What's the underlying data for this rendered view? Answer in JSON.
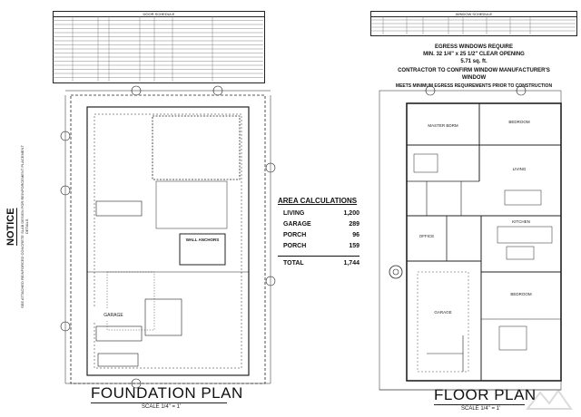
{
  "door_schedule": {
    "title": "DOOR SCHEDULE"
  },
  "window_schedule": {
    "title": "WINDOW SCHEDULE"
  },
  "notice": {
    "title": "NOTICE",
    "body": "SEE ATTACHED REINFORCED CONCRETE SLAB DESIGN FOR REINFORCEMENT PLACEMENT DETAILS"
  },
  "egress": {
    "line1": "EGRESS WINDOWS REQUIRE",
    "line2": "MIN. 32 1/4\" x 25 1/2\" CLEAR OPENING",
    "line3": "5.71 sq. ft.",
    "line4": "CONTRACTOR TO CONFIRM WINDOW MANUFACTURER'S WINDOW",
    "line5": "MEETS MINIMUM EGRESS REQUIREMENTS PRIOR TO CONSTRUCTION"
  },
  "area_calculations": {
    "title": "AREA CALCULATIONS",
    "rows": [
      {
        "label": "LIVING",
        "value": "1,200"
      },
      {
        "label": "GARAGE",
        "value": "289"
      },
      {
        "label": "PORCH",
        "value": "96"
      },
      {
        "label": "PORCH",
        "value": "159"
      }
    ],
    "total": {
      "label": "TOTAL",
      "value": "1,744"
    }
  },
  "foundation_plan": {
    "title": "FOUNDATION PLAN",
    "scale": "SCALE 1/4\" = 1'",
    "labels": {
      "garage": "GARAGE",
      "wall_anchors": "WALL ANCHORS"
    }
  },
  "floor_plan": {
    "title": "FLOOR PLAN",
    "scale": "SCALE 1/4\" = 1'",
    "rooms": {
      "master": "MASTER BDRM",
      "bedroom_top": "BEDROOM",
      "living": "LIVING",
      "kitchen": "KITCHEN",
      "garage": "GARAGE",
      "bedroom": "BEDROOM",
      "office": "OFFICE"
    }
  }
}
